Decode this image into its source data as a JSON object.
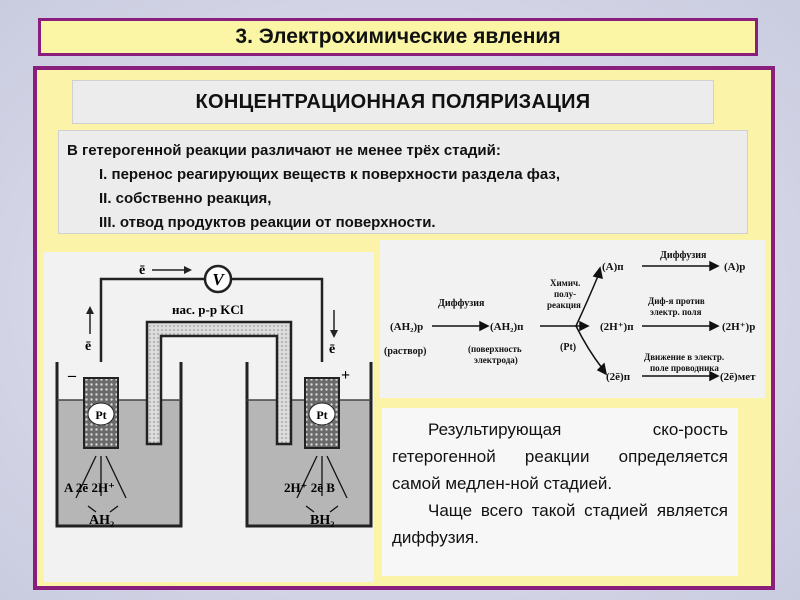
{
  "slide": {
    "title": "3. Электрохимические явления",
    "header": "КОНЦЕНТРАЦИОННАЯ ПОЛЯРИЗАЦИЯ",
    "stages": {
      "intro": "В гетерогенной реакции различают не менее трёх стадий:",
      "items": [
        "I. перенос реагирующих веществ к поверхности раздела фаз,",
        "II. собственно реакция,",
        "III. отвод продуктов реакции от поверхности."
      ]
    },
    "result": {
      "p1": "Результирующая ско-рость гетерогенной реакции определяется самой медлен-ной стадией.",
      "p2": "Чаще всего такой стадией является диффузия."
    }
  },
  "cell": {
    "voltmeter": "V",
    "electron_flow": "ē",
    "salt_bridge": "нас. р-р KCl",
    "minus": "–",
    "plus": "+",
    "electrode": "Pt",
    "left_reaction": "A  2ē  2H⁺",
    "left_species": "AH₂",
    "right_reaction": "2H⁺  2ē  B",
    "right_species": "BH₂"
  },
  "scheme": {
    "reactant": "(AH₂)р",
    "solution": "(раствор)",
    "diffusion1": "Диффузия",
    "surface_species": "(AH₂)п",
    "surface_note1": "(поверхность",
    "surface_note2": "электрода)",
    "chem_l1": "Химич.",
    "chem_l2": "полу-",
    "chem_l3": "реакция",
    "pt": "(Pt)",
    "mid_A": "(A)п",
    "mid_H": "(2H⁺)п",
    "mid_e": "(2ē)п",
    "label_diff": "Диффузия",
    "label_field1": "Диф-я против",
    "label_field2": "электр. поля",
    "label_move1": "Движение в электр.",
    "label_move2": "поле проводника",
    "out_A": "(A)р",
    "out_H": "(2H⁺)р",
    "out_e": "(2ē)мет"
  }
}
